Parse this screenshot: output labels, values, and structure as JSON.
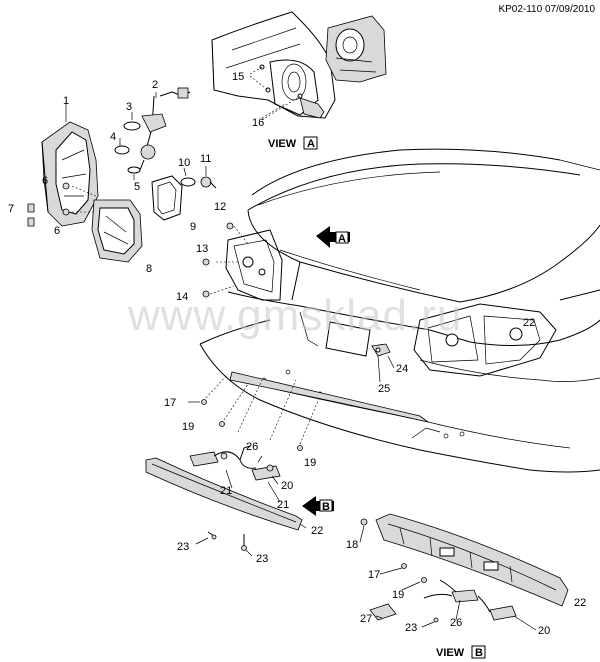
{
  "header": {
    "code": "KP02-110 07/09/2010"
  },
  "watermark": "www.gmsklad.ru",
  "views": {
    "a_text": "VIEW",
    "a_box": "A",
    "b_text": "VIEW",
    "b_box": "B"
  },
  "arrows": {
    "a": "A",
    "b": "B"
  },
  "callouts": {
    "c1": "1",
    "c2": "2",
    "c3": "3",
    "c4": "4",
    "c5": "5",
    "c6a": "6",
    "c6b": "6",
    "c7": "7",
    "c8": "8",
    "c9": "9",
    "c10": "10",
    "c11": "11",
    "c12": "12",
    "c13": "13",
    "c14": "14",
    "c15": "15",
    "c16": "16",
    "c17a": "17",
    "c17b": "17",
    "c18": "18",
    "c19a": "19",
    "c19b": "19",
    "c19c": "19",
    "c20a": "20",
    "c20b": "20",
    "c21a": "21",
    "c21b": "21",
    "c22a": "22",
    "c22b": "22",
    "c22c": "22",
    "c23a": "23",
    "c23b": "23",
    "c23c": "23",
    "c24": "24",
    "c25": "25",
    "c26a": "26",
    "c26b": "26",
    "c27": "27"
  }
}
